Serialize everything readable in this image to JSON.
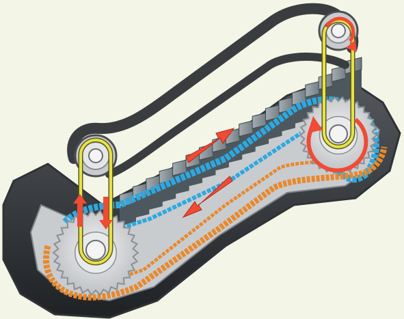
{
  "diagram": {
    "subject": "escalator-drive-mechanism",
    "colors": {
      "background": "#f3f5e6",
      "handrail": "#3a3d40",
      "handrail_highlight": "#8c9196",
      "step_top": "#8a949a",
      "step_riser": "#4d585e",
      "truss_outer": "#2f3236",
      "truss_side": "#c9cccf",
      "step_chain": "#2ea8e0",
      "return_chain": "#e8892c",
      "gear_fill": "#d9dbdd",
      "gear_edge": "#8b8f93",
      "drive_link": "#e6e24a",
      "arrow": "#ef4b35"
    },
    "components": {
      "top_drive_gear_teeth": 30,
      "bottom_return_gear_teeth": 30,
      "steps_visible": 18
    }
  }
}
